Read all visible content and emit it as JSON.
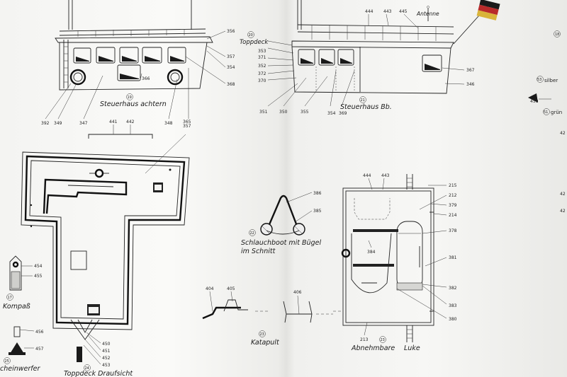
{
  "labels": {
    "l356": "356",
    "l357a": "357",
    "l354a": "354",
    "l366": "366",
    "l368": "368",
    "l392": "392",
    "l349": "349",
    "l347": "347",
    "l348": "348",
    "l365": "365",
    "l357b": "357",
    "l441": "441",
    "l442": "442",
    "l353": "353",
    "l371": "371",
    "l352": "352",
    "l372": "372",
    "l370": "370",
    "l351": "351",
    "l350": "350",
    "l355": "355",
    "l354b": "354",
    "l369": "369",
    "l367": "367",
    "l346": "346",
    "l444a": "444",
    "l443a": "443",
    "l445": "445",
    "l459": "459",
    "l42a": "42",
    "l42b": "42",
    "l42c": "42",
    "l386": "386",
    "l385": "385",
    "l404": "404",
    "l405": "405",
    "l406": "406",
    "l444b": "444",
    "l443b": "443",
    "l215": "215",
    "l212": "212",
    "l379": "379",
    "l214": "214",
    "l378": "378",
    "l384": "384",
    "l381": "381",
    "l382": "382",
    "l383": "383",
    "l380": "380",
    "l213": "213",
    "l454": "454",
    "l455": "455",
    "l456": "456",
    "l457": "457",
    "l450": "450",
    "l451": "451",
    "l452": "452",
    "l453": "453"
  },
  "titles": {
    "steuerhaus_achtern": "Steuerhaus achtern",
    "toppdeck": "Toppdeck",
    "antenne": "Antenne",
    "steuerhaus_bb": "Steuerhaus Bb.",
    "silber": "silber",
    "gruen": "grün",
    "schlauchboot_1": "Schlauchboot mit Bügel",
    "schlauchboot_2": "im Schnitt",
    "kompass": "Kompaß",
    "katapult": "Katapult",
    "abnehmbare": "Abnehmbare",
    "luke": "Luke",
    "scheinwerfer": "cheinwerfer",
    "toppdeck_draufsicht": "Toppdeck Draufsicht"
  },
  "numbers": {
    "n19": "19",
    "n20": "20",
    "n21": "21",
    "n22": "22",
    "n23": "23",
    "n17": "17",
    "n53": "53",
    "n51": "51",
    "n18": "18",
    "n24": "24",
    "n25": "25"
  }
}
